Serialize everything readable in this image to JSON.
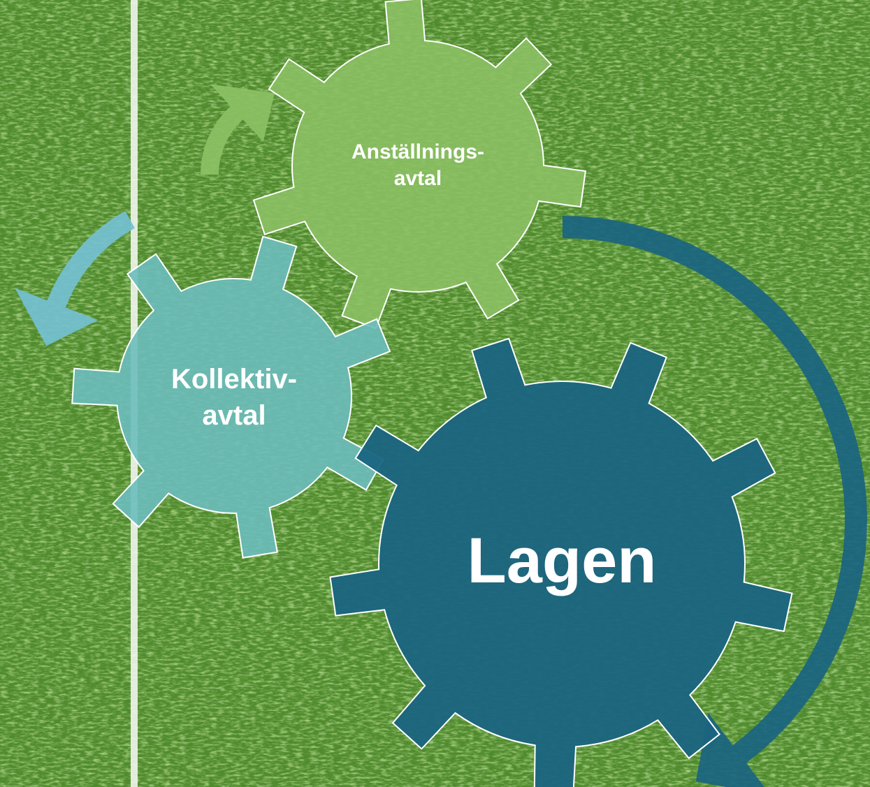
{
  "diagram": {
    "colors": {
      "grass_base": "#4f8a2c",
      "grass_light": "#7fb84a",
      "grass_dark": "#356a1c",
      "field_line": "#f1f5ee",
      "gear_outline": "#ffffff"
    },
    "gears": [
      {
        "id": "anstallningsavtal",
        "label_lines": [
          "Anställnings-",
          "avtal"
        ],
        "color": "#8cc064",
        "opacity": 0.88
      },
      {
        "id": "kollektivavtal",
        "label_lines": [
          "Kollektiv-",
          "avtal"
        ],
        "color": "#6cbcbd",
        "opacity": 0.9
      },
      {
        "id": "lagen",
        "label_lines": [
          "Lagen"
        ],
        "color": "#1a6481",
        "opacity": 0.95
      }
    ],
    "arrows": [
      {
        "id": "arrow-green",
        "color": "#8cc064",
        "direction": "clockwise"
      },
      {
        "id": "arrow-light-blue",
        "color": "#74c0d2",
        "direction": "counter-clockwise"
      },
      {
        "id": "arrow-dark-blue",
        "color": "#1a6481",
        "direction": "clockwise"
      }
    ]
  }
}
